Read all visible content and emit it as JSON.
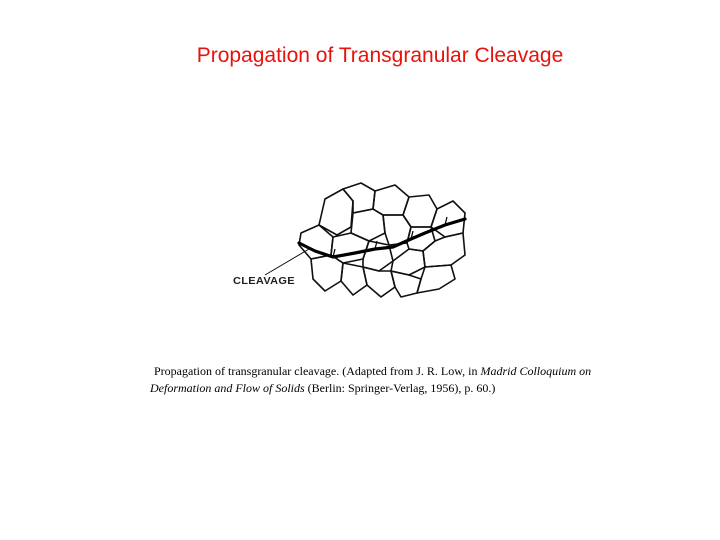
{
  "slide": {
    "title": "Propagation of Transgranular Cleavage",
    "title_color": "#e8120c"
  },
  "figure": {
    "label": "CLEAVAGE"
  },
  "caption": {
    "part1": "Propagation of transgranular cleavage. (Adapted from J. R. Low, in ",
    "italic1": "Madrid Colloquium on",
    "italic2": "Deformation and Flow of Solids",
    "part2": " (Berlin: Springer-Verlag, 1956), p. 60.)"
  }
}
